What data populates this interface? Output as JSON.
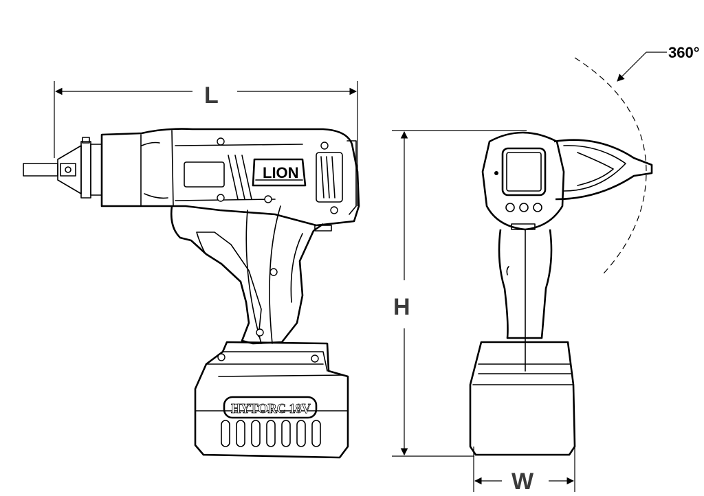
{
  "dimensions": {
    "length_label": "L",
    "height_label": "H",
    "width_label": "W",
    "rotation_label": "360°"
  },
  "branding": {
    "model_logo": "LION",
    "battery_logo": "HYTORC 18V"
  }
}
